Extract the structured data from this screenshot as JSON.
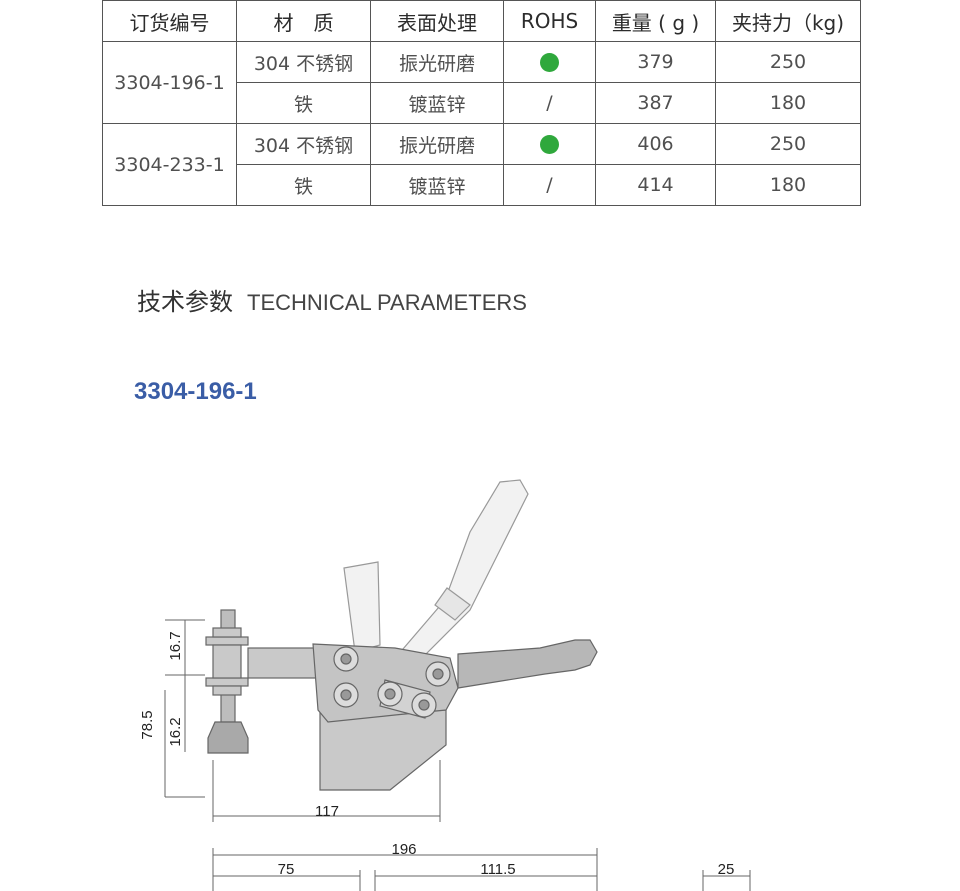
{
  "table": {
    "headers": [
      "订货编号",
      "材　质",
      "表面处理",
      "ROHS",
      "重量 ( g )",
      "夹持力（kg)"
    ],
    "groups": [
      {
        "order_no": "3304-196-1",
        "rows": [
          {
            "material": "304 不锈钢",
            "surface": "振光研磨",
            "rohs": "dot",
            "weight": "379",
            "force": "250"
          },
          {
            "material": "铁",
            "surface": "镀蓝锌",
            "rohs": "/",
            "weight": "387",
            "force": "180"
          }
        ]
      },
      {
        "order_no": "3304-233-1",
        "rows": [
          {
            "material": "304 不锈钢",
            "surface": "振光研磨",
            "rohs": "dot",
            "weight": "406",
            "force": "250"
          },
          {
            "material": "铁",
            "surface": "镀蓝锌",
            "rohs": "/",
            "weight": "414",
            "force": "180"
          }
        ]
      }
    ],
    "rohs_color": "#2fa83c"
  },
  "section": {
    "title_cn": "技术参数",
    "title_en": "TECHNICAL PARAMETERS"
  },
  "model": {
    "title": "3304-196-1",
    "color": "#3a5da6"
  },
  "dimensions": {
    "d1": "16.7",
    "d2": "16.2",
    "d3": "78.5",
    "d4": "117",
    "d5": "196",
    "d6": "75",
    "d7": "111.5",
    "d8": "25"
  }
}
